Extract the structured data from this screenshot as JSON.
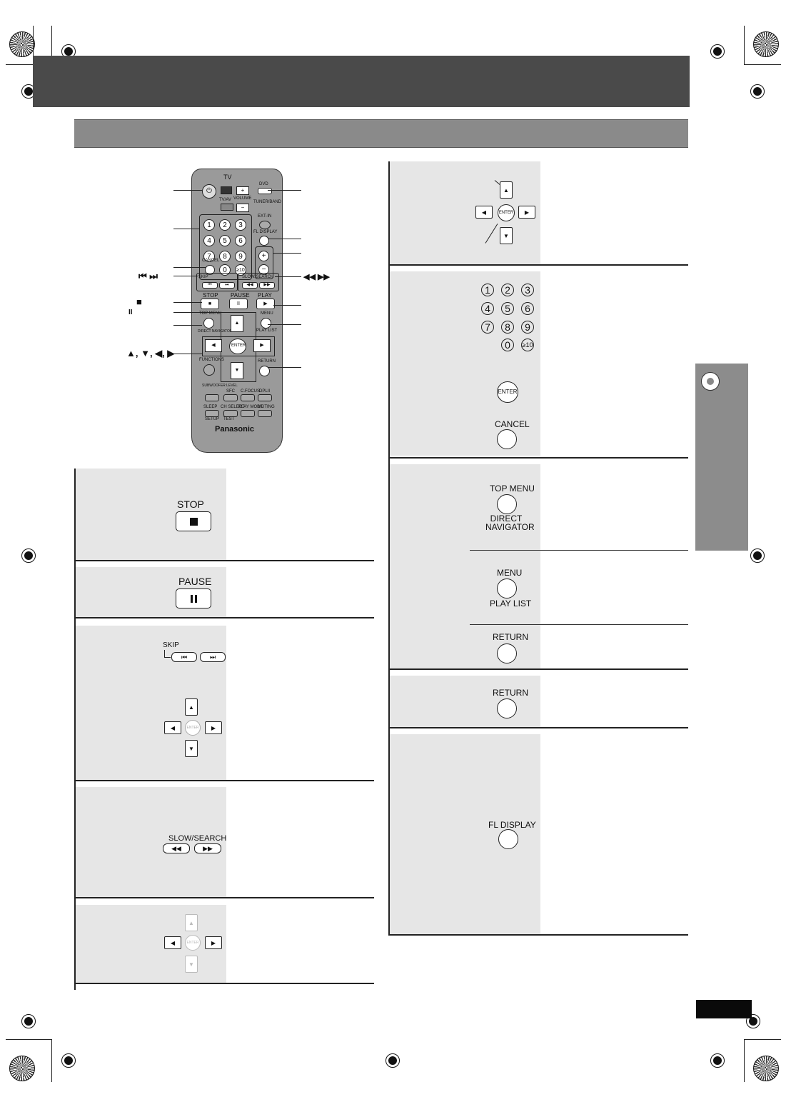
{
  "remote": {
    "brand": "Panasonic",
    "tv_label": "TV",
    "tv_av": "TV/AV",
    "volume": "VOLUME",
    "dvd": "DVD",
    "tuner_band": "TUNER/BAND",
    "ext_in": "EXT-IN",
    "fl_display": "FL DISPLAY",
    "cancel": "CANCEL",
    "skip": "SKIP",
    "slow_search": "SLOW/SEARCH",
    "stop": "STOP",
    "pause": "PAUSE",
    "play": "PLAY",
    "top_menu": "TOP MENU",
    "direct_navigator": "DIRECT NAVIGATOR",
    "menu": "MENU",
    "play_list": "PLAY LIST",
    "enter": "ENTER",
    "functions": "FUNCTIONS",
    "return": "RETURN",
    "subwoofer_level": "SUBWOOFER LEVEL",
    "sfc": "SFC",
    "c_focus": "C.FOCUS",
    "dolby": "DPLII",
    "sleep": "SLEEP",
    "ch_select": "CH SELECT",
    "play_mode": "PLAY MODE",
    "muting": "MUTING",
    "setup": "SETUP",
    "test": "TEST",
    "numbers": [
      "1",
      "2",
      "3",
      "4",
      "5",
      "6",
      "7",
      "8",
      "9",
      "0",
      "≥10"
    ]
  },
  "callouts": {
    "skip_symbols": "⏮ ⏭",
    "search_symbols": "◀◀ ▶▶",
    "stop_symbol": "■",
    "pause_symbol": "II",
    "arrows": "▲, ▼, ◀, ▶"
  },
  "left_panels": {
    "stop_label": "STOP",
    "pause_label": "PAUSE",
    "skip_label": "SKIP",
    "slow_search_label": "SLOW/SEARCH",
    "enter_label": "ENTER"
  },
  "right_panels": {
    "enter_label": "ENTER",
    "numbers": [
      "1",
      "2",
      "3",
      "4",
      "5",
      "6",
      "7",
      "8",
      "9",
      "0",
      "≥10"
    ],
    "cancel_label": "CANCEL",
    "top_menu_label": "TOP MENU",
    "direct_navigator_label": "DIRECT NAVIGATOR",
    "menu_label": "MENU",
    "play_list_label": "PLAY LIST",
    "return_label": "RETURN",
    "return_label_2": "RETURN",
    "fl_display_label": "FL DISPLAY"
  }
}
